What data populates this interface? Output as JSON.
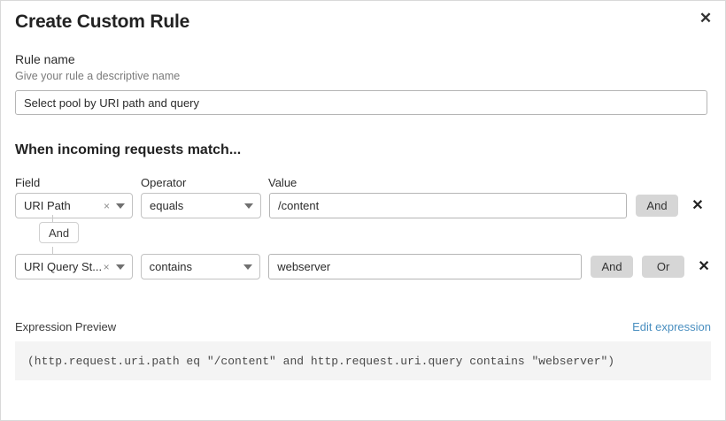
{
  "dialog": {
    "title": "Create Custom Rule",
    "close_icon": "close-icon",
    "close_glyph": "✕"
  },
  "rule_name": {
    "label": "Rule name",
    "help": "Give your rule a descriptive name",
    "value": "Select pool by URI path and query",
    "placeholder": ""
  },
  "match_section": {
    "title": "When incoming requests match...",
    "columns": {
      "field": "Field",
      "operator": "Operator",
      "value": "Value"
    },
    "rows": [
      {
        "field": "URI Path",
        "operator": "equals",
        "value": "/content",
        "clear_glyph": "×",
        "buttons": [
          "And"
        ],
        "remove_glyph": "✕"
      },
      {
        "field": "URI Query St...",
        "operator": "contains",
        "value": "webserver",
        "clear_glyph": "×",
        "buttons": [
          "And",
          "Or"
        ],
        "remove_glyph": "✕"
      }
    ],
    "connector": {
      "label": "And"
    }
  },
  "expression": {
    "label": "Expression Preview",
    "edit_link": "Edit expression",
    "text": "(http.request.uri.path eq \"/content\" and http.request.uri.query contains \"webserver\")"
  },
  "colors": {
    "link": "#4a8fc0",
    "button_bg": "#d6d6d6",
    "preview_bg": "#f4f4f4"
  }
}
